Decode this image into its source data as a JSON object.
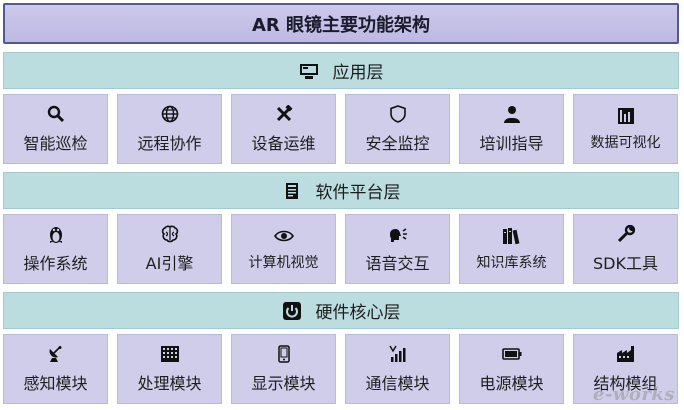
{
  "title": "AR 眼镜主要功能架构",
  "layers": [
    {
      "name": "应用层",
      "icon": "monitor-icon",
      "items": [
        {
          "label": "智能巡检",
          "icon": "magnifier-icon"
        },
        {
          "label": "远程协作",
          "icon": "globe-icon"
        },
        {
          "label": "设备运维",
          "icon": "tools-icon"
        },
        {
          "label": "安全监控",
          "icon": "shield-icon"
        },
        {
          "label": "培训指导",
          "icon": "person-icon"
        },
        {
          "label": "数据可视化",
          "icon": "bar-chart-icon"
        }
      ]
    },
    {
      "name": "软件平台层",
      "icon": "document-icon",
      "items": [
        {
          "label": "操作系统",
          "icon": "penguin-icon"
        },
        {
          "label": "AI引擎",
          "icon": "brain-icon"
        },
        {
          "label": "计算机视觉",
          "icon": "eye-icon"
        },
        {
          "label": "语音交互",
          "icon": "speaking-head-icon"
        },
        {
          "label": "知识库系统",
          "icon": "books-icon"
        },
        {
          "label": "SDK工具",
          "icon": "wrench-icon"
        }
      ]
    },
    {
      "name": "硬件核心层",
      "icon": "power-icon",
      "items": [
        {
          "label": "感知模块",
          "icon": "satellite-dish-icon"
        },
        {
          "label": "处理模块",
          "icon": "chip-icon"
        },
        {
          "label": "显示模块",
          "icon": "phone-icon"
        },
        {
          "label": "通信模块",
          "icon": "signal-icon"
        },
        {
          "label": "电源模块",
          "icon": "battery-icon"
        },
        {
          "label": "结构模组",
          "icon": "factory-icon"
        }
      ]
    }
  ],
  "watermark": "e-works"
}
